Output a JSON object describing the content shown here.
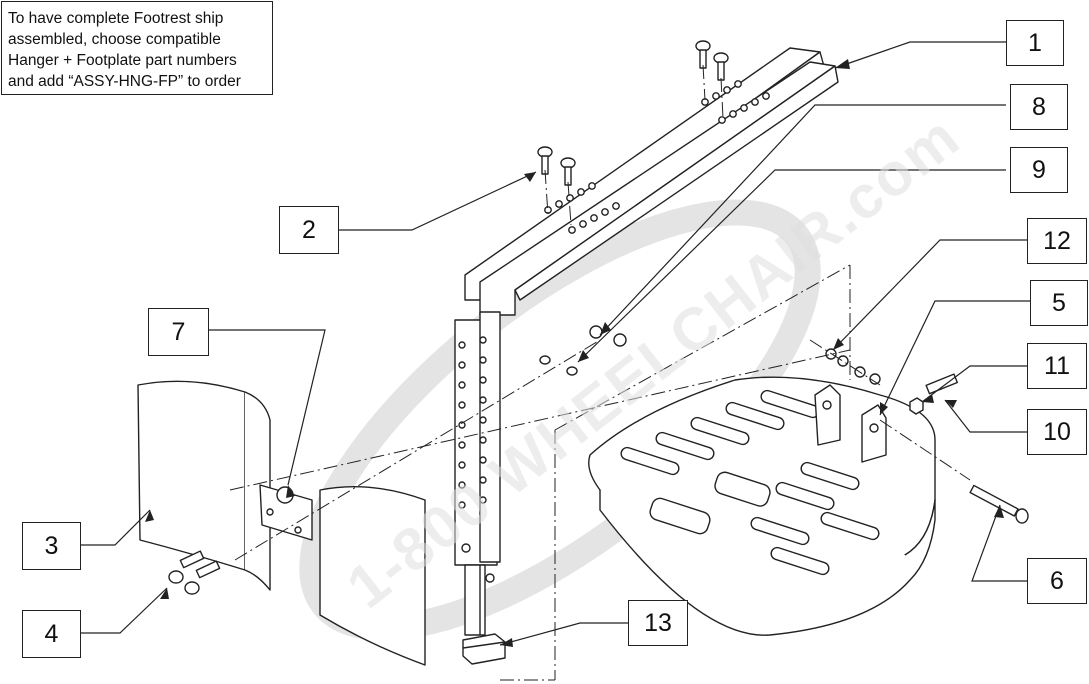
{
  "note": {
    "lines": [
      "To have complete Footrest ship",
      "assembled, choose compatible",
      "Hanger + Footplate part numbers",
      "and add “ASSY-HNG-FP” to order"
    ]
  },
  "callouts": {
    "c1": "1",
    "c2": "2",
    "c3": "3",
    "c4": "4",
    "c5": "5",
    "c6": "6",
    "c7": "7",
    "c8": "8",
    "c9": "9",
    "c10": "10",
    "c11": "11",
    "c12": "12",
    "c13": "13"
  },
  "watermark": {
    "text": "1-800 WHEELCHAIR.com",
    "color": "#d9d9d9"
  },
  "colors": {
    "line": "#222222",
    "callout_border": "#222222",
    "part_fill": "#ffffff"
  }
}
